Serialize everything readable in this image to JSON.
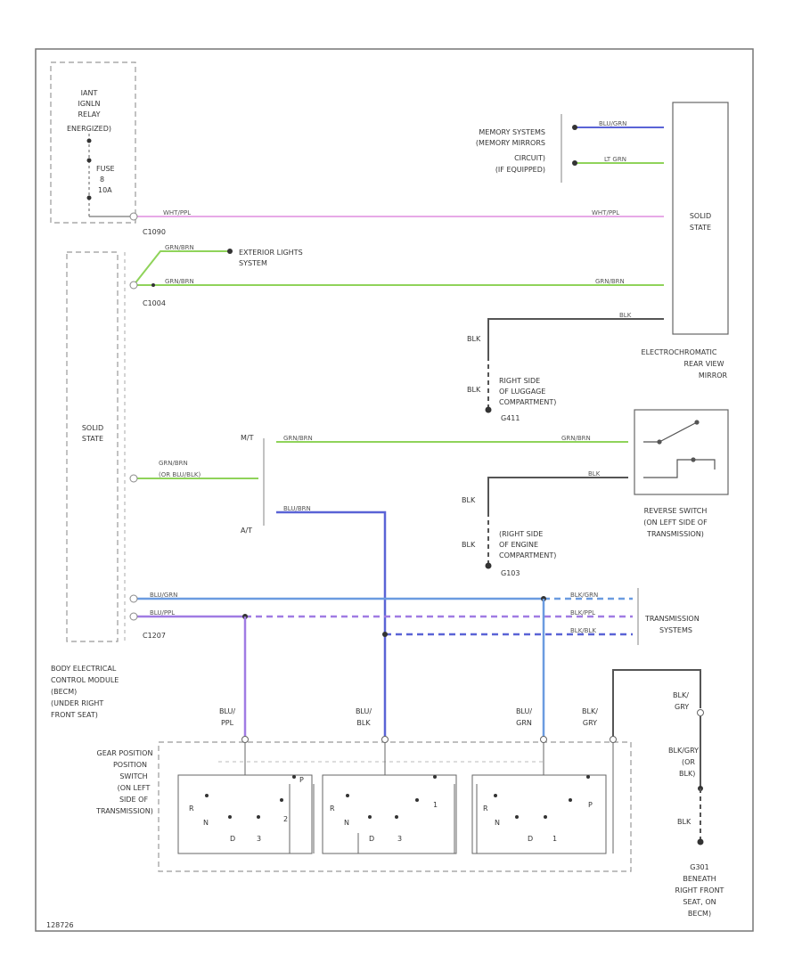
{
  "colors": {
    "pink": "#e7a9e7",
    "green": "#8fd35a",
    "blue_dark": "#5a63d6",
    "blue_light": "#6b9be0",
    "purple": "#a07be3",
    "ground_black": "#555555"
  },
  "labels": {
    "relay": [
      "IANT",
      "IGNLN",
      "RELAY",
      "ENERGIZED)"
    ],
    "fuse": [
      "FUSE",
      "8",
      "10A"
    ],
    "conn_c1": "C1090",
    "conn_c2": "C1004",
    "conn_c3": "C1207",
    "pink_left": "WHT/PPL",
    "pink_right": "WHT/PPL",
    "green_top": "GRN/BRN",
    "green_main_left": "GRN/BRN",
    "green_main_right": "GRN/BRN",
    "exterior_lights": [
      "EXTERIOR LIGHTS",
      "SYSTEM"
    ],
    "memory_systems": [
      "MEMORY SYSTEMS",
      "(MEMORY MIRRORS",
      "CIRCUIT)",
      "(IF EQUIPPED)"
    ],
    "memory_wire1": "BLU/GRN",
    "memory_wire2": "LT GRN",
    "solid_state_right": [
      "SOLID",
      "STATE"
    ],
    "mirror_blk": "BLK",
    "mirror_caption": [
      "ELECTROCHROMATIC",
      "REAR VIEW",
      "MIRROR"
    ],
    "blk_1": "BLK",
    "blk_2": "BLK",
    "ground_1": [
      "RIGHT SIDE",
      "OF LUGGAGE",
      "COMPARTMENT)",
      "G411"
    ],
    "solid_state_left": [
      "SOLID",
      "STATE"
    ],
    "mt": "M/T",
    "at": "A/T",
    "grn_brn_or_blu": [
      "GRN/BRN",
      "(OR BLU/BLK)"
    ],
    "mt_wire_left": "GRN/BRN",
    "mt_wire_right": "GRN/BRN",
    "at_wire": "BLU/BRN",
    "reverse_blk": "BLK",
    "blk_3": "BLK",
    "blk_4": "BLK",
    "ground_2": [
      "(RIGHT SIDE",
      "OF ENGINE",
      "COMPARTMENT)",
      "G103"
    ],
    "reverse_caption": [
      "REVERSE SWITCH",
      "(ON LEFT SIDE OF",
      "TRANSMISSION)"
    ],
    "bus1_left": "BLU/GRN",
    "bus1_right": "BLK/GRN",
    "bus2_left": "BLU/PPL",
    "bus2_right": "BLK/PPL",
    "bus3_right": "BLK/BLK",
    "trans_systems": [
      "TRANSMISSION",
      "SYSTEMS"
    ],
    "bcm_caption": [
      "BODY ELECTRICAL",
      "CONTROL MODULE",
      "(BECM)",
      "(UNDER RIGHT",
      "FRONT SEAT)"
    ],
    "drop1": [
      "BLU/",
      "PPL"
    ],
    "drop2": [
      "BLU/",
      "BLK"
    ],
    "drop3": [
      "BLU/",
      "GRN"
    ],
    "drop4": [
      "BLK/",
      "GRY"
    ],
    "gear_caption": [
      "GEAR POSITION",
      "POSITION",
      "SWITCH",
      "(ON LEFT",
      "SIDE OF",
      "TRANSMISSION)"
    ],
    "gear_letters": [
      "R",
      "N",
      "D",
      "3",
      "2",
      "1",
      "P"
    ],
    "right_blk_gry": [
      "BLK/",
      "GRY"
    ],
    "right_blk_grn_or_blk": [
      "BLK/GRY",
      "(OR",
      "BLK)"
    ],
    "right_blk": "BLK",
    "ground_3": [
      "G301",
      "BENEATH",
      "RIGHT FRONT",
      "SEAT, ON",
      "BECM)"
    ],
    "diagram_id": "128726"
  }
}
